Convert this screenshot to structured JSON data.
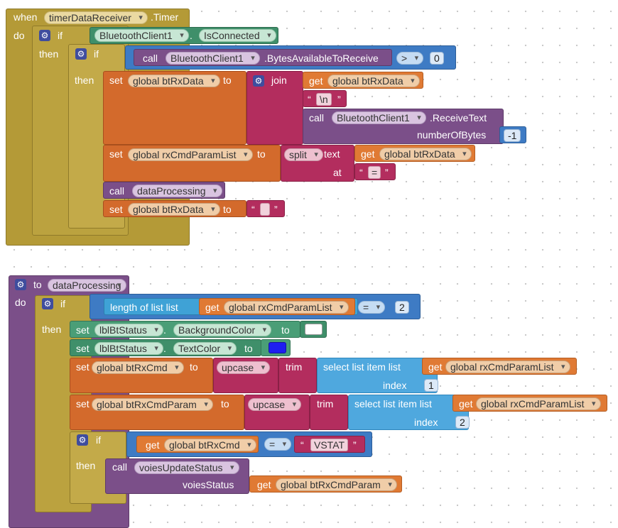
{
  "timer_block": {
    "when": "when",
    "event_component": "timerDataReceiver",
    "event_name": ".Timer",
    "do": "do",
    "if1": "if",
    "bt_component": "BluetoothClient1",
    "dot": ".",
    "is_connected": "IsConnected",
    "then1": "then",
    "if2": "if",
    "call": "call",
    "bytes_available": ".BytesAvailableToReceive",
    "gt_op": ">",
    "zero": "0",
    "then2": "then",
    "set": "set",
    "global_btrxdata": "global btRxData",
    "to": "to",
    "join": "join",
    "get": "get",
    "newline": "\\n",
    "receive_text": ".ReceiveText",
    "number_of_bytes": "numberOfBytes",
    "minus_one": "-1",
    "global_rxcmdparamlist": "global rxCmdParamList",
    "split": "split",
    "text_label": "text",
    "at_label": "at",
    "equals_str": "=",
    "data_processing": "dataProcessing",
    "quote_open": "“",
    "quote_close": "”"
  },
  "proc_block": {
    "to": "to",
    "proc_name": "dataProcessing",
    "do": "do",
    "if1": "if",
    "length_of_list": "length of list  list",
    "get": "get",
    "global_rxcmdparamlist": "global rxCmdParamList",
    "eq_op": "=",
    "two": "2",
    "then1": "then",
    "set": "set",
    "lbl_component": "lblBtStatus",
    "dot": ".",
    "background_color": "BackgroundColor",
    "text_color": "TextColor",
    "to2": "to",
    "global_btrxcmd": "global btRxCmd",
    "upcase": "upcase",
    "trim": "trim",
    "select_list_item": "select list item  list",
    "index": "index",
    "one": "1",
    "global_btrxcmdparam": "global btRxCmdParam",
    "if2": "if",
    "vstat": "VSTAT",
    "then2": "then",
    "call": "call",
    "voies_update_status": "voiesUpdateStatus",
    "voies_status": "voiesStatus",
    "quote_open": "“",
    "quote_close": "”",
    "bg_color": "#ffffff",
    "text_color_value": "#1e1ef0"
  }
}
